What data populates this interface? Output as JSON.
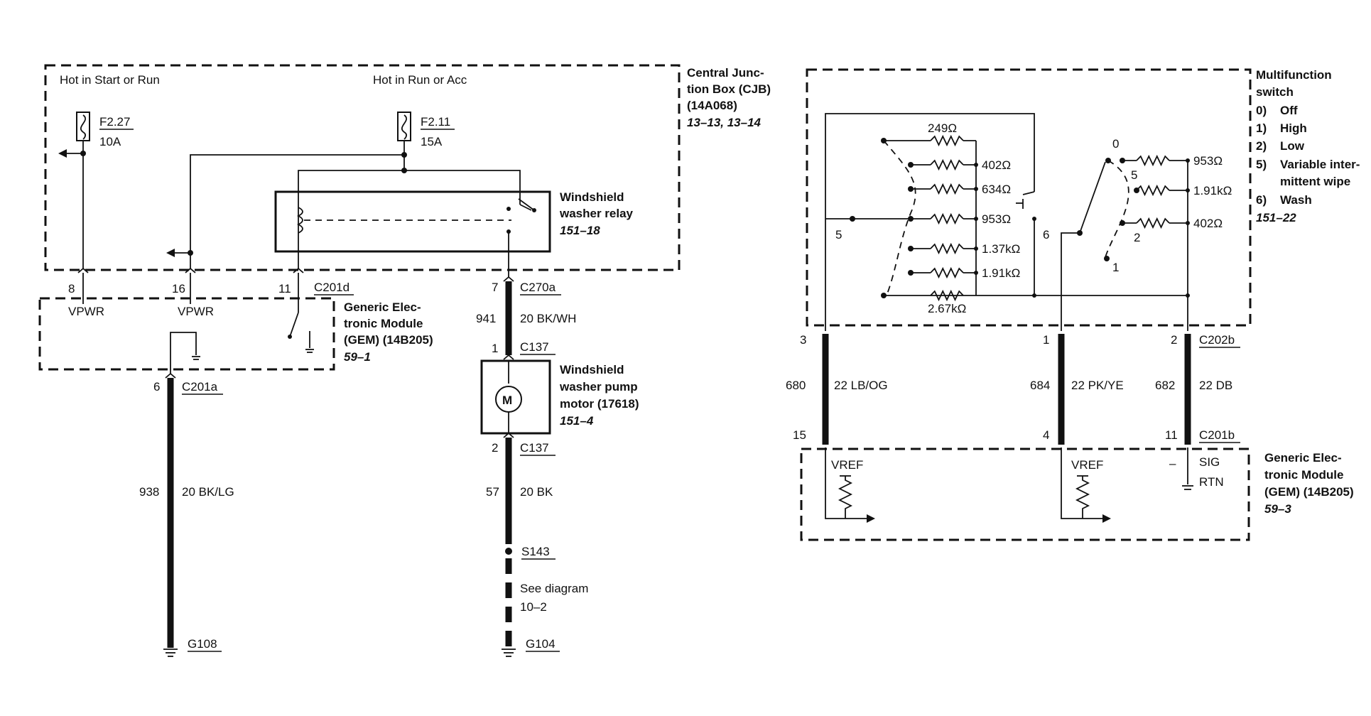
{
  "left": {
    "cjb": {
      "title_line1": "Central Junc-",
      "title_line2": "tion Box (CJB)",
      "part": "(14A068)",
      "ref": "13–13, 13–14",
      "hot_start_run": "Hot in Start or Run",
      "hot_run_acc": "Hot in Run or Acc",
      "fuse1_id": "F2.27",
      "fuse1_rating": "10A",
      "fuse2_id": "F2.11",
      "fuse2_rating": "15A",
      "relay_line1": "Windshield",
      "relay_line2": "washer relay",
      "relay_ref": "151–18"
    },
    "gem": {
      "pin8": "8",
      "pin16": "16",
      "pin11": "11",
      "connector": "C201d",
      "vpwr1": "VPWR",
      "vpwr2": "VPWR",
      "title_line1": "Generic Elec-",
      "title_line2": "tronic Module",
      "title_line3": "(GEM) (14B205)",
      "ref": "59–1"
    },
    "wire938": {
      "pin": "6",
      "connector": "C201a",
      "circuit": "938",
      "color": "20 BK/LG",
      "ground": "G108"
    },
    "pump": {
      "pin7": "7",
      "connector_top": "C270a",
      "circuit941": "941",
      "color941": "20 BK/WH",
      "pin1": "1",
      "c137_top": "C137",
      "title_line1": "Windshield",
      "title_line2": "washer pump",
      "title_line3": "motor (17618)",
      "ref": "151–4",
      "motor_symbol": "M",
      "pin2": "2",
      "c137_bottom": "C137",
      "circuit57": "57",
      "color57": "20 BK",
      "splice": "S143",
      "see1": "See diagram",
      "see2": "10–2",
      "ground": "G104"
    }
  },
  "right": {
    "mfs": {
      "title_line1": "Multifunction",
      "title_line2": "switch",
      "modes": [
        {
          "num": "0)",
          "label": "Off"
        },
        {
          "num": "1)",
          "label": "High"
        },
        {
          "num": "2)",
          "label": "Low"
        },
        {
          "num": "5)",
          "label": "Variable inter-"
        },
        {
          "num": "",
          "label": "mittent wipe"
        },
        {
          "num": "6)",
          "label": "Wash"
        }
      ],
      "ref": "151–22",
      "resistors_left": [
        "249Ω",
        "402Ω",
        "634Ω",
        "953Ω",
        "1.37kΩ",
        "1.91kΩ",
        "2.67kΩ"
      ],
      "pos5_left": "5",
      "pos6": "6",
      "resistors_right": [
        "953Ω",
        "1.91kΩ",
        "402Ω"
      ],
      "pos0": "0",
      "pos5_right": "5",
      "pos2": "2",
      "pos1": "1"
    },
    "harness": {
      "pin3": "3",
      "pin1": "1",
      "pin2": "2",
      "c202b": "C202b",
      "circuit680": "680",
      "color680": "22 LB/OG",
      "circuit684": "684",
      "color684": "22 PK/YE",
      "circuit682": "682",
      "color682": "22 DB",
      "pin15": "15",
      "pin4": "4",
      "pin11": "11",
      "c201b": "C201b"
    },
    "gem": {
      "vref1": "VREF",
      "vref2": "VREF",
      "minus": "–",
      "sig": "SIG",
      "rtn": "RTN",
      "title_line1": "Generic Elec-",
      "title_line2": "tronic Module",
      "title_line3": "(GEM) (14B205)",
      "ref": "59–3"
    }
  }
}
